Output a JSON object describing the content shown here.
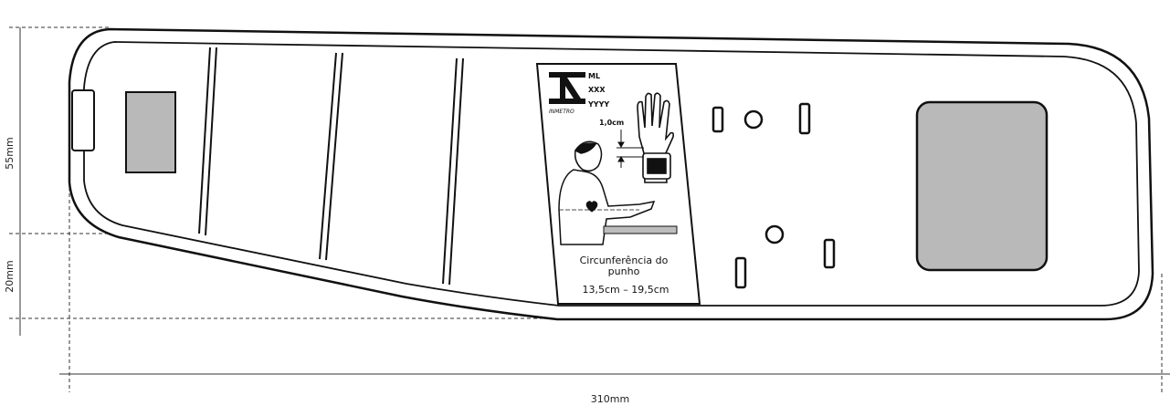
{
  "dimensions": {
    "height_upper": "55mm",
    "height_lower": "20mm",
    "length": "310mm"
  },
  "label": {
    "mark_line1": "ML",
    "mark_line2": "XXX",
    "mark_line3": "YYYY",
    "logo_text": "INMETRO",
    "distance": "1,0cm",
    "caption_line1": "Circunferência do",
    "caption_line2": "punho",
    "range": "13,5cm – 19,5cm"
  },
  "colors": {
    "outline": "#111111",
    "velcro": "#b9b9b9"
  }
}
